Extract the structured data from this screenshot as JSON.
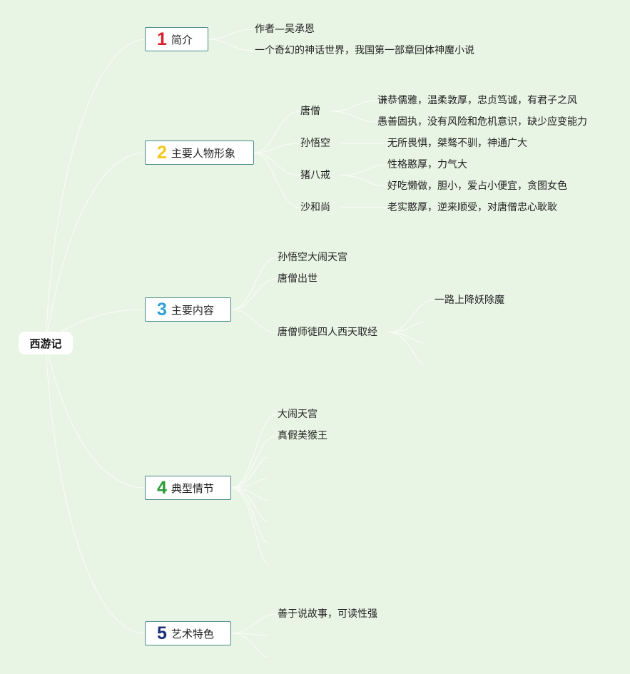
{
  "root": {
    "label": "西游记"
  },
  "sections": [
    {
      "number": "1",
      "label": "简介",
      "color": "#d91f2a",
      "items": [
        "作者—吴承恩",
        "一个奇幻的神话世界，我国第一部章回体神魔小说"
      ]
    },
    {
      "number": "2",
      "label": "主要人物形象",
      "color": "#f2c81d",
      "characters": [
        {
          "name": "唐僧",
          "traits": [
            "谦恭儒雅，温柔敦厚，忠贞笃诚，有君子之风",
            "愚善固执，没有风险和危机意识，缺少应变能力"
          ]
        },
        {
          "name": "孙悟空",
          "traits": [
            "无所畏惧，桀骜不驯，神通广大"
          ]
        },
        {
          "name": "猪八戒",
          "traits": [
            "性格憨厚，力气大",
            "好吃懒做，胆小，爱占小便宜，贪图女色"
          ]
        },
        {
          "name": "沙和尚",
          "traits": [
            "老实憨厚，逆来顺受，对唐僧忠心耿耿"
          ]
        }
      ]
    },
    {
      "number": "3",
      "label": "主要内容",
      "color": "#2a9fd8",
      "items": [
        "孙悟空大闹天宫",
        "唐僧出世",
        "唐僧师徒四人西天取经"
      ],
      "sub_items": [
        "一路上降妖除魔"
      ]
    },
    {
      "number": "4",
      "label": "典型情节",
      "color": "#2e9a3a",
      "items": [
        "大闹天宫",
        "真假美猴王"
      ]
    },
    {
      "number": "5",
      "label": "艺术特色",
      "color": "#1c2e78",
      "items": [
        "善于说故事，可读性强"
      ]
    }
  ]
}
